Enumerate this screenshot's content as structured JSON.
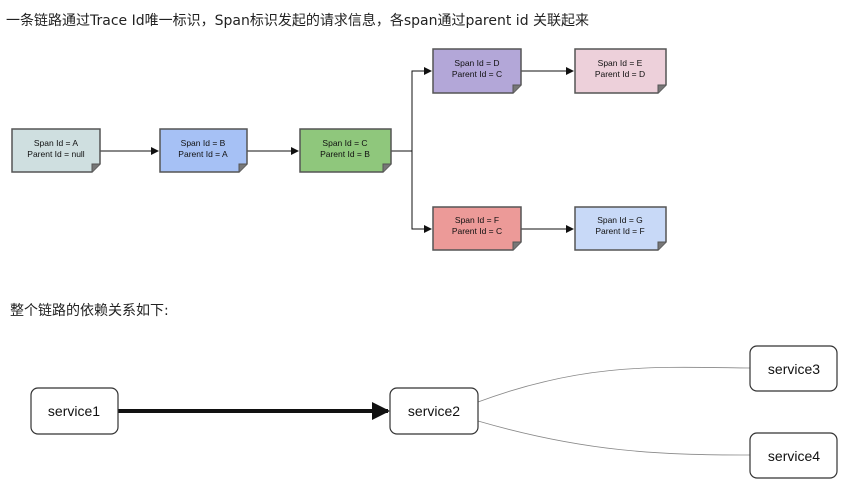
{
  "heading": "一条链路通过Trace Id唯一标识，Span标识发起的请求信息，各span通过parent id 关联起来",
  "subheading": "整个链路的依赖关系如下:",
  "spans": [
    {
      "id_text": "Span Id = A",
      "parent_text": "Parent Id = null",
      "color": "#cfdfe0"
    },
    {
      "id_text": "Span Id = B",
      "parent_text": "Parent Id = A",
      "color": "#a6c1f5"
    },
    {
      "id_text": "Span Id = C",
      "parent_text": "Parent Id = B",
      "color": "#8fc77c"
    },
    {
      "id_text": "Span Id = D",
      "parent_text": "Parent Id = C",
      "color": "#b3a7d8"
    },
    {
      "id_text": "Span Id = E",
      "parent_text": "Parent Id = D",
      "color": "#edd0da"
    },
    {
      "id_text": "Span Id = F",
      "parent_text": "Parent Id = C",
      "color": "#ec9a98"
    },
    {
      "id_text": "Span Id = G",
      "parent_text": "Parent Id = F",
      "color": "#c8d9f7"
    }
  ],
  "services": [
    {
      "label": "service1"
    },
    {
      "label": "service2"
    },
    {
      "label": "service3"
    },
    {
      "label": "service4"
    }
  ]
}
